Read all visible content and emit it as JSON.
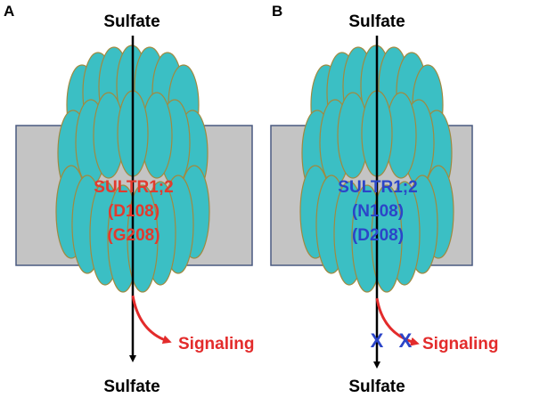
{
  "panels": [
    {
      "letter": "A",
      "sulfate_top": "Sulfate",
      "sulfate_bottom": "Sulfate",
      "protein_lines": [
        "SULTR1;2",
        "(D108)",
        "(G208)"
      ],
      "signaling": "Signaling",
      "blocked": false,
      "label_color": "#e23a2e"
    },
    {
      "letter": "B",
      "sulfate_top": "Sulfate",
      "sulfate_bottom": "Sulfate",
      "protein_lines": [
        "SULTR1;2",
        "(N108)",
        "(D208)"
      ],
      "signaling": "Signaling",
      "blocked": true,
      "label_color": "#2b45c8",
      "block_mark": "X"
    }
  ],
  "colors": {
    "membrane": "#c4c4c4",
    "protein_fill": "#3bbfc4",
    "protein_stroke": "#a08a40",
    "arrow": "#000000",
    "signal_arrow": "#e32b2b",
    "block_mark": "#2b45c8"
  }
}
